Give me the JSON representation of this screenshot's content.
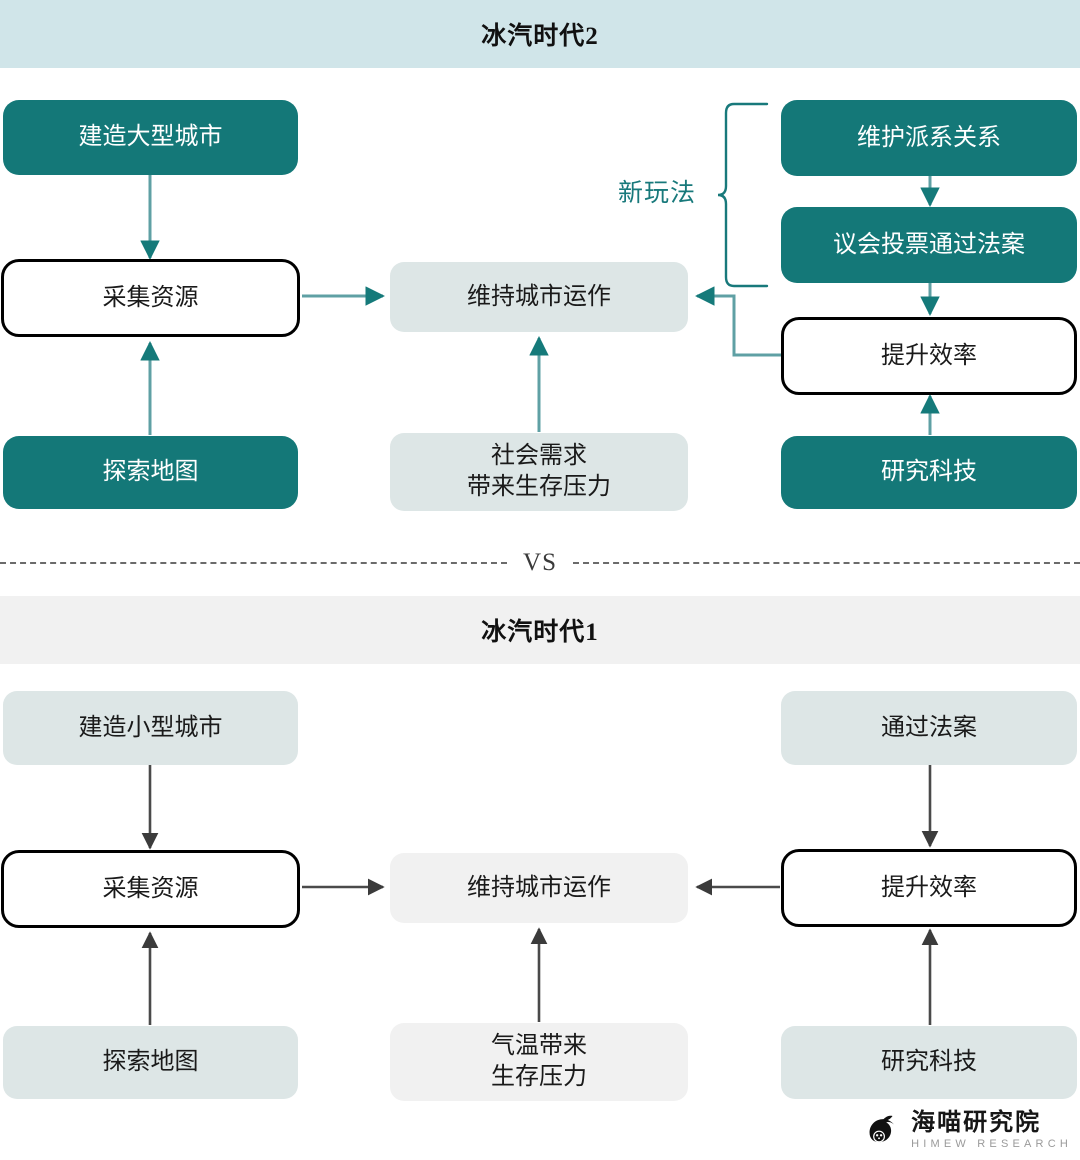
{
  "sections": {
    "top": {
      "title": "冰汽时代2",
      "band_color": "#d0e5e9",
      "accent_color": "#147878",
      "annotation": "新玩法",
      "nodes": {
        "build_city": {
          "label": "建造大型城市",
          "style": "teal"
        },
        "gather": {
          "label": "采集资源",
          "style": "outline"
        },
        "explore": {
          "label": "探索地图",
          "style": "teal"
        },
        "maintain": {
          "label": "维持城市运作",
          "style": "bluegray"
        },
        "pressure_l1": {
          "label": "社会需求",
          "style": "bluegray"
        },
        "pressure_l2": {
          "label": "带来生存压力",
          "style": "bluegray"
        },
        "faction": {
          "label": "维护派系关系",
          "style": "teal"
        },
        "vote": {
          "label": "议会投票通过法案",
          "style": "teal"
        },
        "efficiency": {
          "label": "提升效率",
          "style": "outline"
        },
        "research": {
          "label": "研究科技",
          "style": "teal"
        }
      }
    },
    "divider": {
      "label": "VS"
    },
    "bottom": {
      "title": "冰汽时代1",
      "band_color": "#f1f1f1",
      "accent_color": "#333333",
      "nodes": {
        "build_city": {
          "label": "建造小型城市",
          "style": "bluegray"
        },
        "gather": {
          "label": "采集资源",
          "style": "outline"
        },
        "explore": {
          "label": "探索地图",
          "style": "bluegray"
        },
        "maintain": {
          "label": "维持城市运作",
          "style": "gray"
        },
        "pressure_l1": {
          "label": "气温带来",
          "style": "gray"
        },
        "pressure_l2": {
          "label": "生存压力",
          "style": "gray"
        },
        "law": {
          "label": "通过法案",
          "style": "bluegray"
        },
        "efficiency": {
          "label": "提升效率",
          "style": "outline"
        },
        "research": {
          "label": "研究科技",
          "style": "bluegray"
        }
      }
    }
  },
  "watermark": {
    "cn": "海喵研究院",
    "en": "HIMEW RESEARCH"
  }
}
